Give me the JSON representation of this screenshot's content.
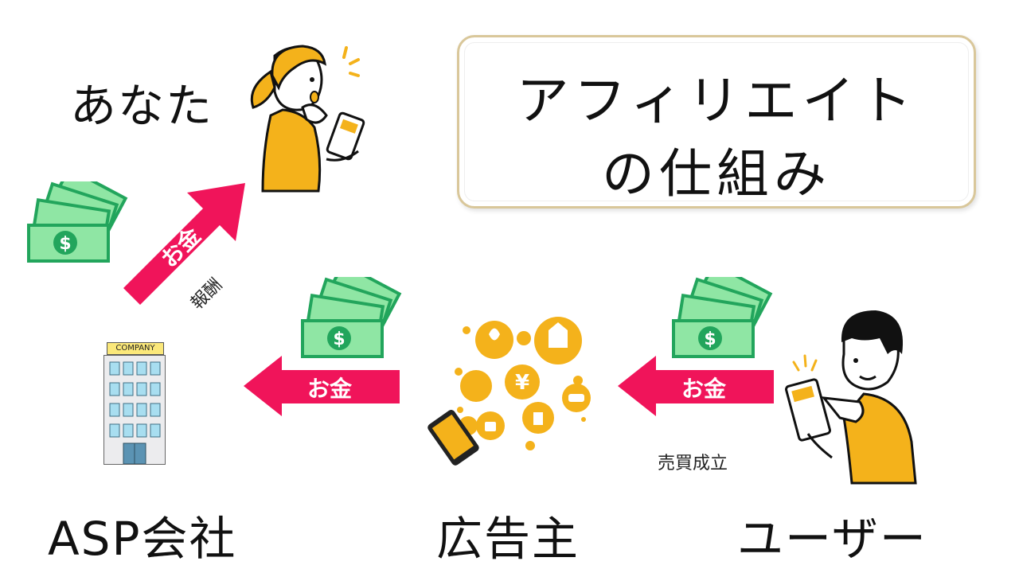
{
  "title": {
    "line1": "アフィリエイト",
    "line2": "の仕組み"
  },
  "actors": {
    "you": "あなた",
    "asp": "ASP会社",
    "advertiser": "広告主",
    "user": "ユーザー"
  },
  "arrows": {
    "reward_arrow_label": "お金",
    "advertiser_to_asp_label": "お金",
    "user_to_advertiser_label": "お金"
  },
  "annotations": {
    "reward": "報酬",
    "sale": "売買成立"
  },
  "building_sign": "COMPANY",
  "icons": {
    "money": "money-stack-icon",
    "dollar": "$",
    "yen": "¥"
  },
  "colors": {
    "arrow": "#f0145a",
    "money_dark": "#22a55c",
    "money_light": "#8fe6a4",
    "accent_yellow": "#f4b21b",
    "title_border": "#d9c79a",
    "building_window": "#a8def0"
  }
}
